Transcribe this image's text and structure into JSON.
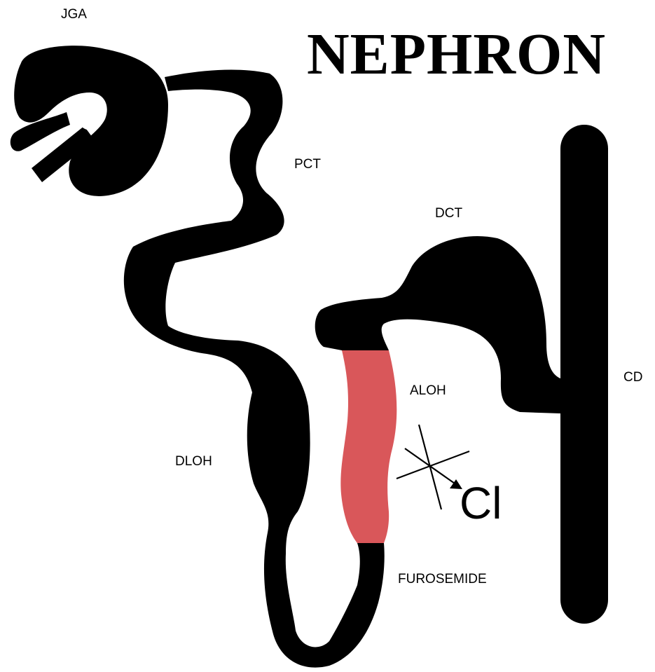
{
  "title": "NEPHRON",
  "labels": {
    "jga": "JGA",
    "pct": "PCT",
    "dct": "DCT",
    "cd": "CD",
    "aloh": "ALOH",
    "dloh": "DLOH",
    "furosemide": "FUROSEMIDE"
  },
  "ion": "Cl",
  "colors": {
    "tubule": "#000000",
    "blocked_segment": "#d9575a",
    "background": "#ffffff"
  }
}
